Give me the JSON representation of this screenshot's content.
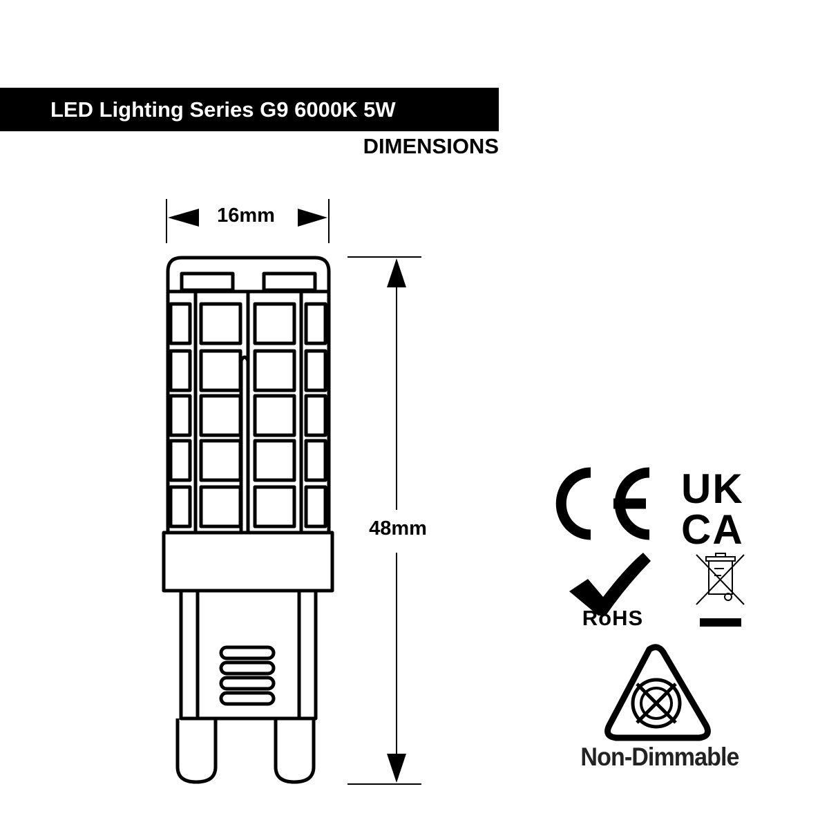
{
  "header": {
    "title": "LED Lighting Series G9 6000K 5W",
    "subtitle": "DIMENSIONS"
  },
  "dimensions": {
    "width_label": "16mm",
    "height_label": "48mm"
  },
  "certifications": {
    "ce_mark": "CE",
    "ukca_line1": "UK",
    "ukca_line2": "CA",
    "rohs_label": "RoHS",
    "weee_icon": "crossed-out-wheelie-bin-icon",
    "non_dimmable_label": "Non-Dimmable"
  },
  "colors": {
    "title_bar": "#000000",
    "title_text": "#ffffff",
    "line": "#000000"
  }
}
